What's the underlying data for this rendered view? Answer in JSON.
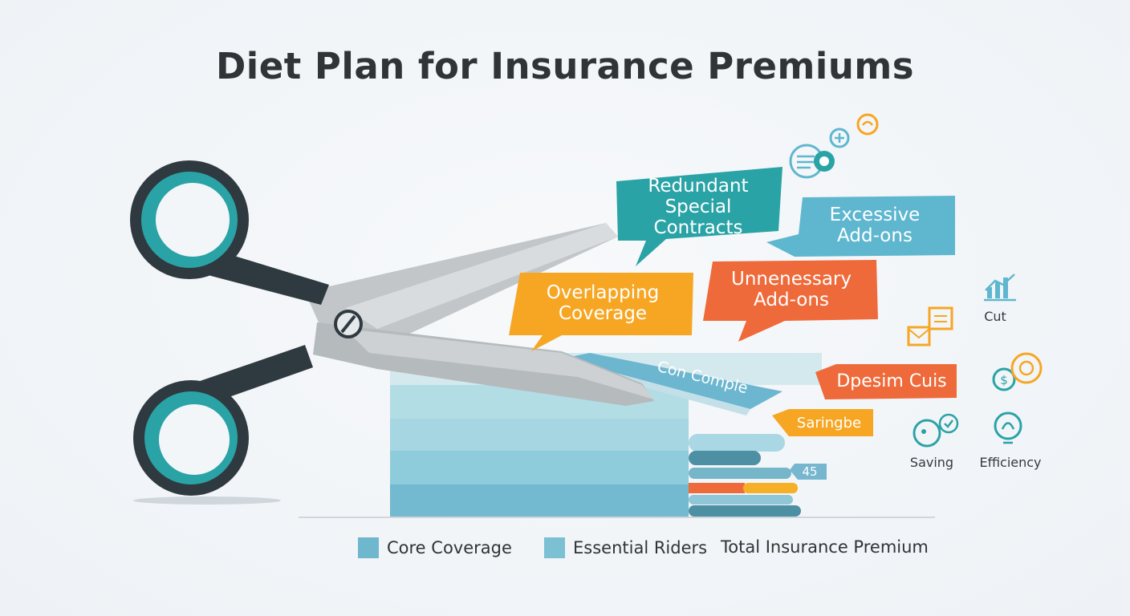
{
  "title": "Diet Plan for Insurance Premiums",
  "bubbles": {
    "redundant": "Redundant\nSpecial Contracts",
    "excessive": "Excessive\nAdd-ons",
    "overlapping": "Overlapping\nCoverage",
    "unnecessary": "Unnenessary\nAdd-ons",
    "strip": "Con Comple",
    "dpesim": "Dpesim Cuis",
    "saringbe": "Saringbe",
    "number": "45"
  },
  "icon_labels": {
    "cut": "Cut",
    "saving": "Saving",
    "efficiency": "Efficiency"
  },
  "legend": {
    "core": "Core Coverage",
    "riders": "Essential Riders",
    "total": "Total Insurance Premium"
  },
  "colors": {
    "teal": "#2aa3a6",
    "light_blue": "#5eb7cf",
    "orange": "#f6a623",
    "red_orange": "#ef6a3a",
    "dark": "#2f3a40"
  }
}
